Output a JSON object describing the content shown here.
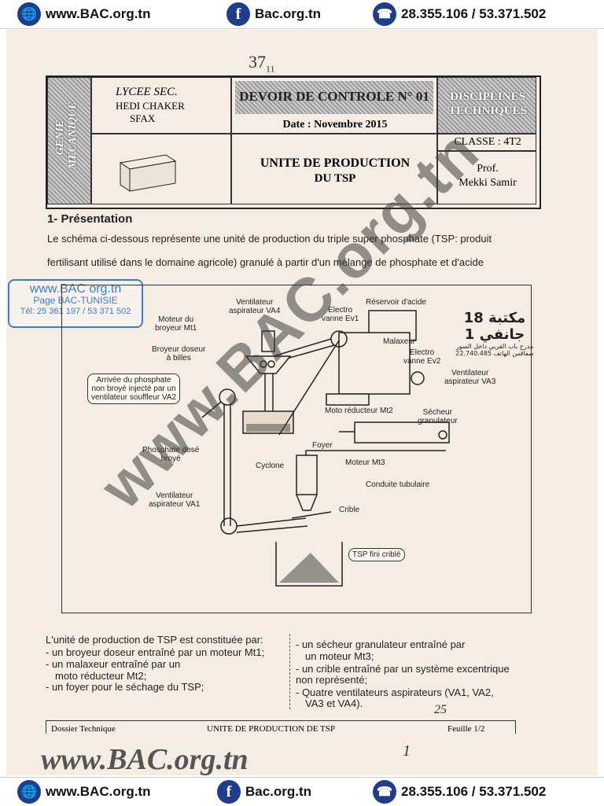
{
  "banner": {
    "site": "www.BAC.org.tn",
    "facebook": "Bac.org.tn",
    "phones": "28.355.106 / 53.371.502"
  },
  "page_mark": "37",
  "page_mark_sub": "11",
  "header": {
    "side_label_1": "GENIE",
    "side_label_2": "MECANIQUE",
    "school_1": "LYCEE SEC.",
    "school_2": "HEDI CHAKER",
    "school_3": "SFAX",
    "exam_title": "DEVOIR DE CONTROLE N° 01",
    "date": "Date : Novembre 2015",
    "disciplines_1": "DISCIPLINES",
    "disciplines_2": "TECHNIQUES",
    "classe": "CLASSE : 4T2",
    "subject_1": "UNITE DE PRODUCTION",
    "subject_2": "DU TSP",
    "prof_1": "Prof.",
    "prof_2": "Mekki Samir"
  },
  "section_title": "1- Présentation",
  "intro_1": "Le schéma ci-dessous représente une unité de production du triple super phosphate (TSP: produit",
  "intro_2": "fertilisant utilisé dans le domaine agricole) granulé à partir d'un mélange de phosphate et d'acide",
  "stamp": {
    "line1": "www.BAC org.tn",
    "line2": "Page BAC-TUNISIE",
    "line3": "Tél: 25 361 197 / 53 371 502"
  },
  "arabic_stamp": {
    "line1": "مكتبة 18 جانفي 1",
    "line2": "مدرج باب القربي داخل السور",
    "line3": "22.740.485 صفاقس الهاتف"
  },
  "diagram_labels": {
    "ventilateur_va4": "Ventilateur\naspirateur VA4",
    "electro_ev1": "Electro\nvanne Ev1",
    "reservoir": "Réservoir d'acide",
    "moteur_mt1": "Moteur du\nbroyeur Mt1",
    "broyeur_doseur": "Broyeur doseur\nà billes",
    "malaxeur": "Malaxeur",
    "electro_ev2": "Electro\nvanne Ev2",
    "arrivee": "Arrivée du phosphate\nnon broyé injecté par un\nventilateur souffleur VA2",
    "ventilateur_va3": "Ventilateur\naspirateur VA3",
    "moto_reducteur": "Moto réducteur Mt2",
    "secheur": "Sécheur\ngranulateur",
    "foyer": "Foyer",
    "phosphate_dose": "Phosphate dosé\nbroyé",
    "cyclone": "Cyclone",
    "moteur_mt3": "Moteur Mt3",
    "conduite": "Conduite tubulaire",
    "ventilateur_va1": "Ventilateur\naspirateur VA1",
    "crible": "Crible",
    "tsp_fini": "TSP fini criblé"
  },
  "list_left": {
    "intro": "L'unité de production de TSP est constituée par:",
    "item1": "- un broyeur doseur entraîné par un moteur Mt1;",
    "item2a": "- un malaxeur entraîné par un",
    "item2b": "moto réducteur Mt2;",
    "item3": "- un foyer pour le séchage du TSP;"
  },
  "list_right": {
    "item1a": "- un sécheur granulateur entraîné par",
    "item1b": "un moteur Mt3;",
    "item2a": "- un crible entraîné par un système excentrique",
    "item2b": "non représenté;",
    "item3a": "- Quatre ventilateurs aspirateurs (VA1, VA2,",
    "item3b": "VA3 et VA4)."
  },
  "handwritten_note": "25",
  "footer": {
    "left": "Dossier Technique",
    "center": "UNITE DE PRODUCTION DE TSP",
    "right": "Feuille 1/2"
  },
  "watermark": "www.BAC.org.tn",
  "page_number": "1"
}
